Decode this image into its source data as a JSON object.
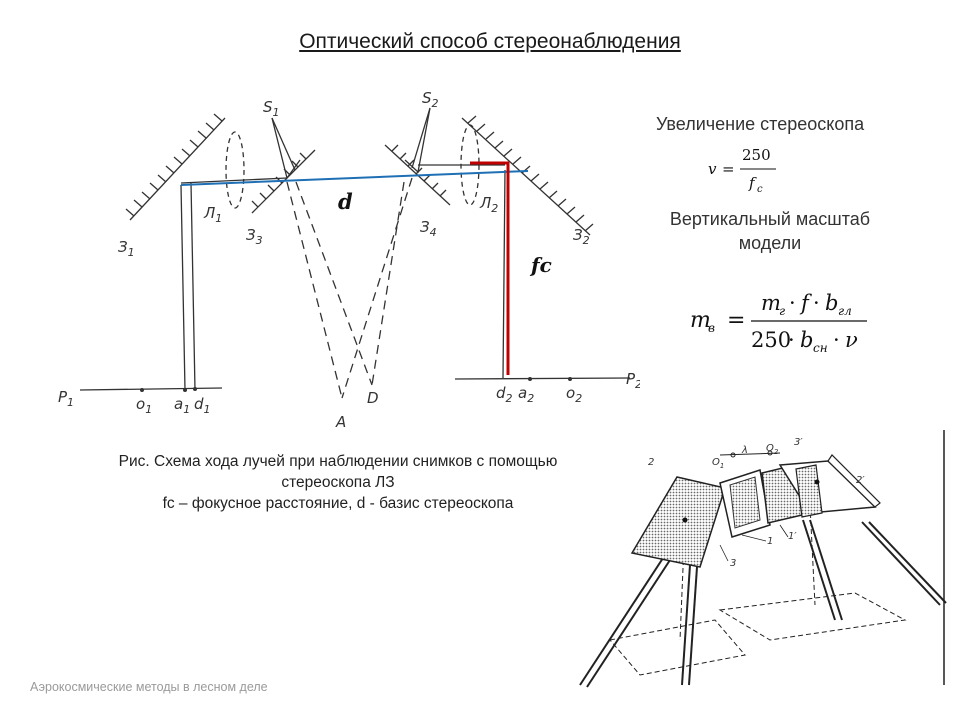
{
  "title": "Оптический способ стереонаблюдения",
  "magnification": {
    "heading": "Увеличение стереоскопа",
    "formula_lhs": "v",
    "formula_num": "250",
    "formula_den_f": "f",
    "formula_den_sub": "c"
  },
  "vertical_scale": {
    "heading_line1": "Вертикальный масштаб",
    "heading_line2": "модели",
    "lhs": "m",
    "lhs_sub": "в",
    "num_m": "m",
    "num_m_sub": "г",
    "num_f": "f",
    "num_b": "b",
    "num_b_sub": "гл",
    "den_250": "250",
    "den_b": "b",
    "den_b_sub": "сн",
    "den_v": "ν"
  },
  "caption": {
    "line1": "Рис. Схема хода лучей при наблюдении снимков с помощью",
    "line2": "стереоскопа ЛЗ",
    "line3": "fc – фокусное расстояние, d -  базис стереоскопа"
  },
  "footer": "Аэрокосмические методы в лесном деле",
  "diagram_labels": {
    "s1": "S",
    "s1_sub": "1",
    "s2": "S",
    "s2_sub": "2",
    "l1": "Л",
    "l1_sub": "1",
    "l2": "Л",
    "l2_sub": "2",
    "z1": "З",
    "z1_sub": "1",
    "z2": "З",
    "z2_sub": "2",
    "z3": "З",
    "z3_sub": "3",
    "z4": "З",
    "z4_sub": "4",
    "d": "d",
    "fc": "fc",
    "p1": "P",
    "p1_sub": "1",
    "p2": "P",
    "p2_sub": "2",
    "o1": "o",
    "o1_sub": "1",
    "a1": "a",
    "a1_sub": "1",
    "d1": "d",
    "d1_sub": "1",
    "d2": "d",
    "d2_sub": "2",
    "a2": "a",
    "a2_sub": "2",
    "o2": "o",
    "o2_sub": "2",
    "A": "A",
    "D": "D"
  },
  "sketch_labels": {
    "n2": "2",
    "o1": "O",
    "o1_sub": "1",
    "lambda": "λ",
    "o2": "O",
    "o2_sub": "2",
    "n3p": "3′",
    "n2p": "2′",
    "n1": "1",
    "n1p": "1′",
    "n3": "3"
  },
  "colors": {
    "base_line": "#1f6fb5",
    "focal_line": "#c00000"
  }
}
